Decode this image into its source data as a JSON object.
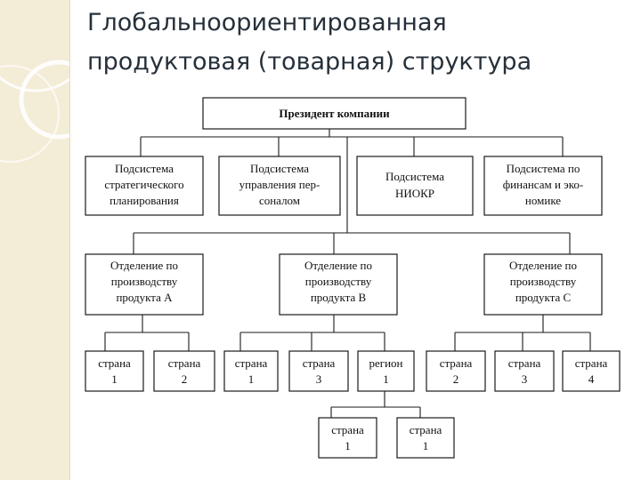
{
  "slide": {
    "title_line1": "Глобальноориентированная",
    "title_line2": "продуктовая (товарная) структура"
  },
  "diagram": {
    "president": [
      "Президент компании"
    ],
    "subsystems": {
      "strategic": [
        "Подсистема",
        "стратегического",
        "планирования"
      ],
      "personnel": [
        "Подсистема",
        "управления пер-",
        "соналом"
      ],
      "rnd": [
        "Подсистема",
        "НИОКР"
      ],
      "finance": [
        "Подсистема по",
        "финансам и эко-",
        "номике"
      ]
    },
    "divisions": {
      "a": [
        "Отделение по",
        "производству",
        "продукта А"
      ],
      "b": [
        "Отделение по",
        "производству",
        "продукта В"
      ],
      "c": [
        "Отделение по",
        "производству",
        "продукта С"
      ]
    },
    "units": {
      "a_country1": [
        "страна",
        "1"
      ],
      "a_country2": [
        "страна",
        "2"
      ],
      "b_country1": [
        "страна",
        "1"
      ],
      "b_country3": [
        "страна",
        "3"
      ],
      "b_region1": [
        "регион",
        "1"
      ],
      "c_country2": [
        "страна",
        "2"
      ],
      "c_country3": [
        "страна",
        "3"
      ],
      "c_country4": [
        "страна",
        "4"
      ],
      "r_country1a": [
        "страна",
        "1"
      ],
      "r_country1b": [
        "страна",
        "1"
      ]
    }
  }
}
